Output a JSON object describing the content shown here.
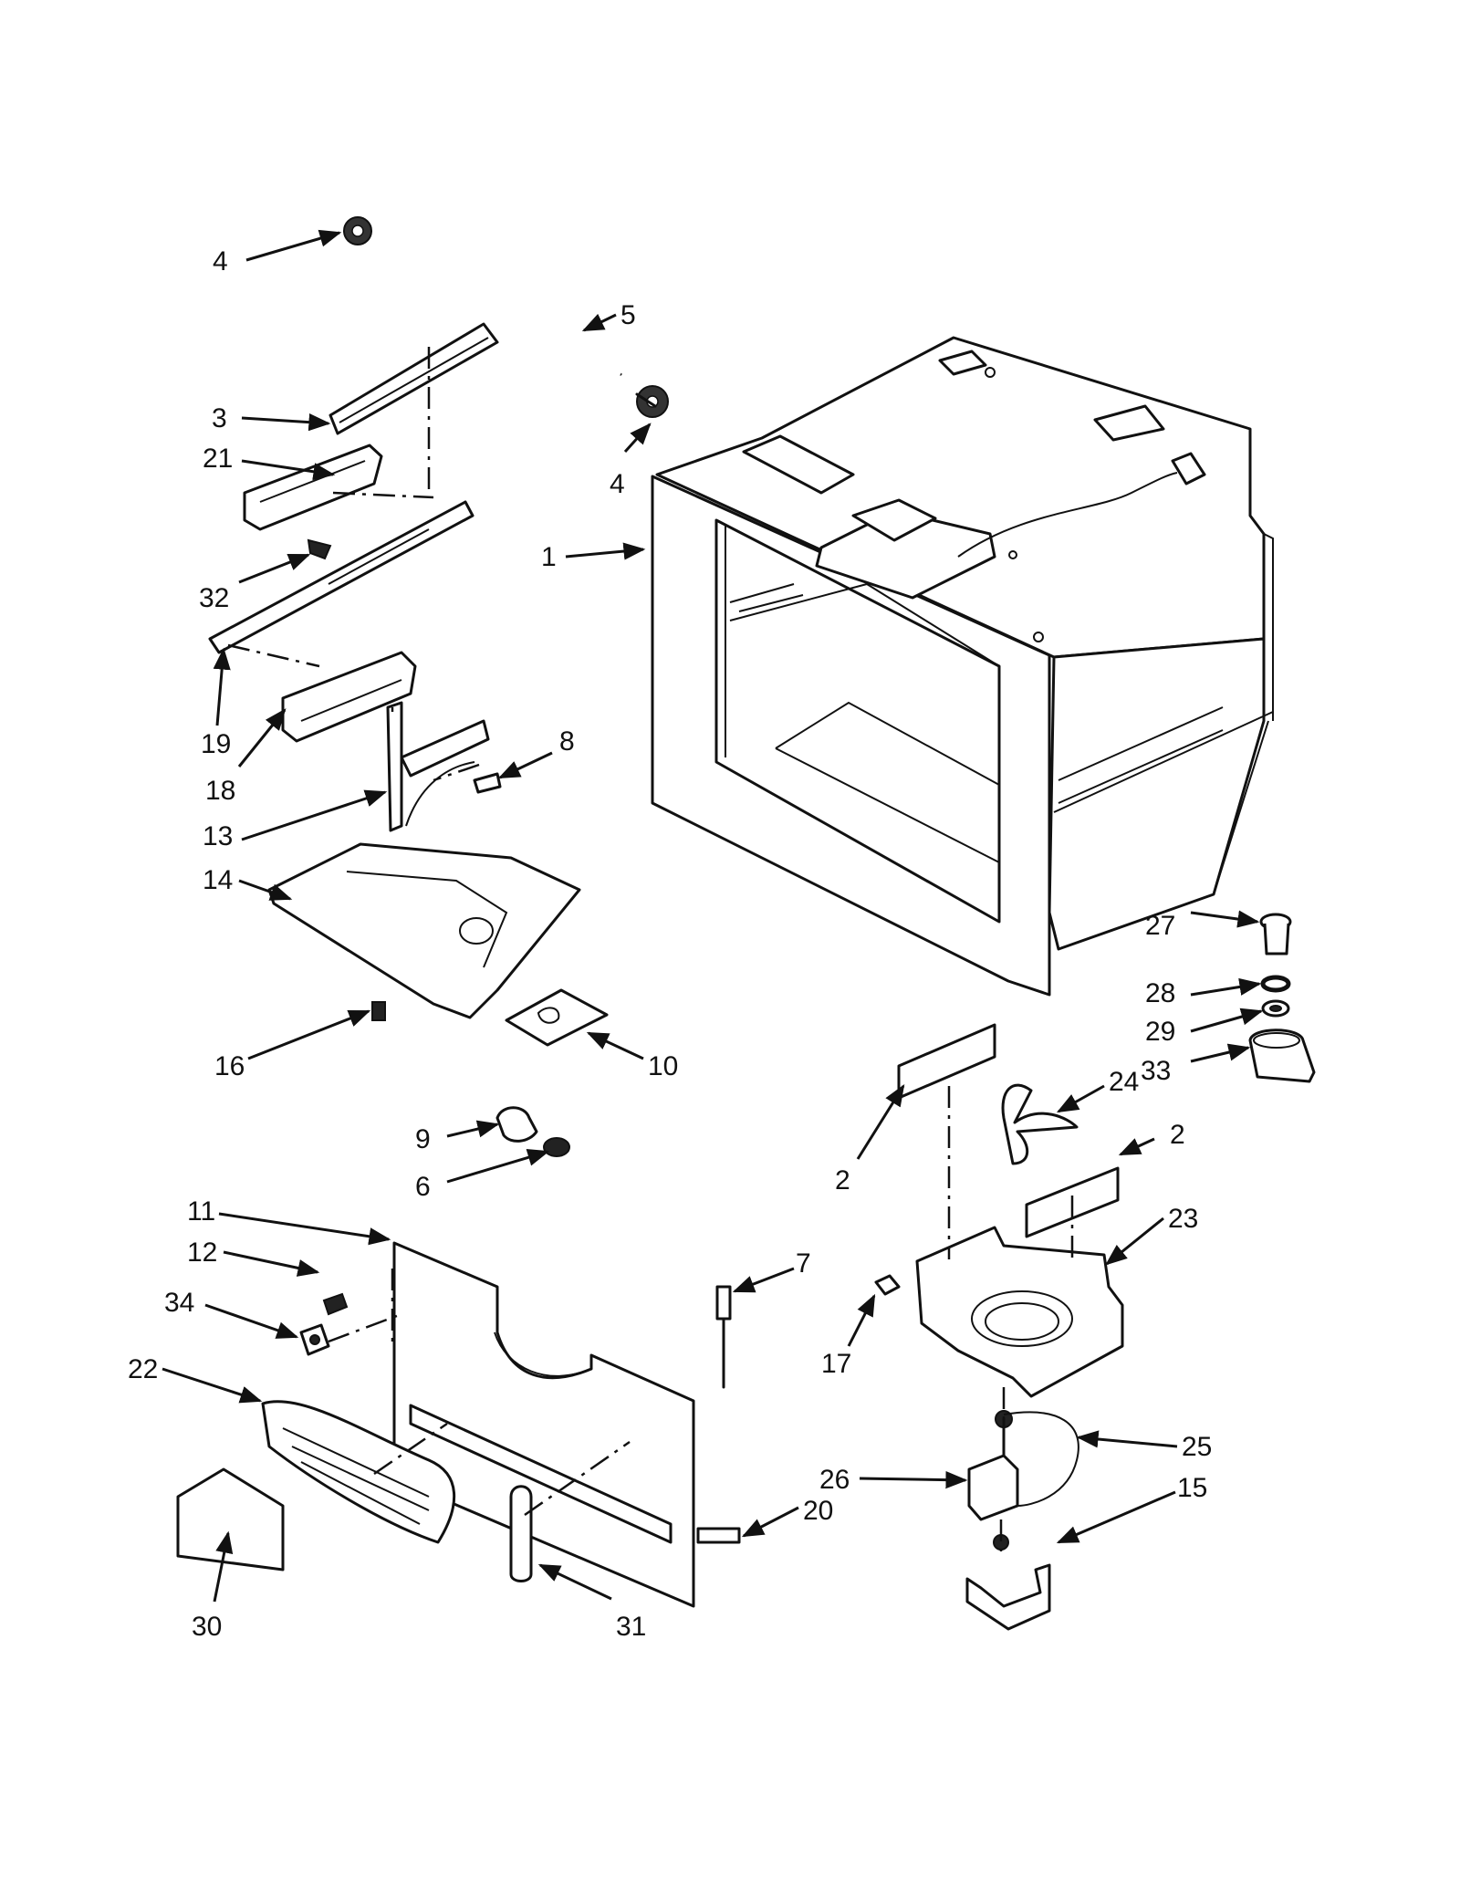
{
  "callouts": [
    {
      "id": "c4a",
      "label": "4"
    },
    {
      "id": "c5",
      "label": "5"
    },
    {
      "id": "c3",
      "label": "3"
    },
    {
      "id": "c21",
      "label": "21"
    },
    {
      "id": "c4b",
      "label": "4"
    },
    {
      "id": "c1",
      "label": "1"
    },
    {
      "id": "c32",
      "label": "32"
    },
    {
      "id": "c19",
      "label": "19"
    },
    {
      "id": "c18",
      "label": "18"
    },
    {
      "id": "c8",
      "label": "8"
    },
    {
      "id": "c13",
      "label": "13"
    },
    {
      "id": "c14",
      "label": "14"
    },
    {
      "id": "c27",
      "label": "27"
    },
    {
      "id": "c28",
      "label": "28"
    },
    {
      "id": "c29",
      "label": "29"
    },
    {
      "id": "c33",
      "label": "33"
    },
    {
      "id": "c16",
      "label": "16"
    },
    {
      "id": "c10",
      "label": "10"
    },
    {
      "id": "c24",
      "label": "24"
    },
    {
      "id": "c2a",
      "label": "2"
    },
    {
      "id": "c9",
      "label": "9"
    },
    {
      "id": "c6",
      "label": "6"
    },
    {
      "id": "c2b",
      "label": "2"
    },
    {
      "id": "c11",
      "label": "11"
    },
    {
      "id": "c23",
      "label": "23"
    },
    {
      "id": "c12",
      "label": "12"
    },
    {
      "id": "c7",
      "label": "7"
    },
    {
      "id": "c34",
      "label": "34"
    },
    {
      "id": "c17",
      "label": "17"
    },
    {
      "id": "c22",
      "label": "22"
    },
    {
      "id": "c25",
      "label": "25"
    },
    {
      "id": "c26",
      "label": "26"
    },
    {
      "id": "c15",
      "label": "15"
    },
    {
      "id": "c20",
      "label": "20"
    },
    {
      "id": "c30",
      "label": "30"
    },
    {
      "id": "c31",
      "label": "31"
    }
  ]
}
